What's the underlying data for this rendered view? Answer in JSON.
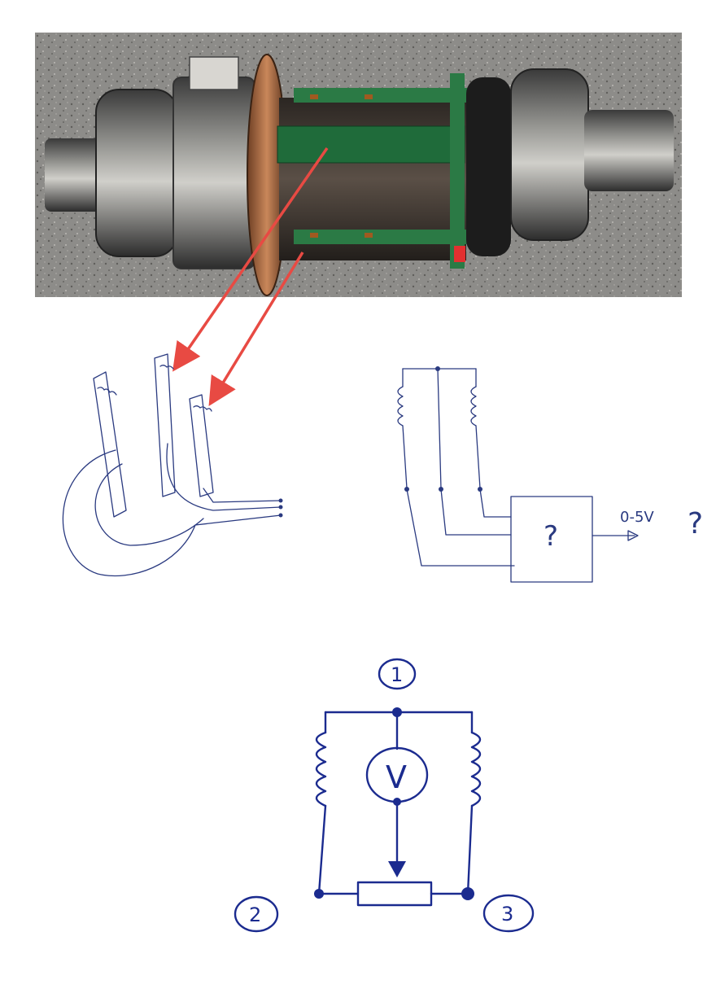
{
  "photo": {
    "description_icon": "rotor-assembly-photo",
    "arrow_color": "#e84a43",
    "pcb_color": "#1f6b3a",
    "background_color": "#8a8986"
  },
  "sketch": {
    "unknown_box_label": "?",
    "output_label": "0-5V",
    "question_mark": "?"
  },
  "bridge": {
    "node1_label": "1",
    "node2_label": "2",
    "node3_label": "3",
    "meter_label": "V"
  }
}
